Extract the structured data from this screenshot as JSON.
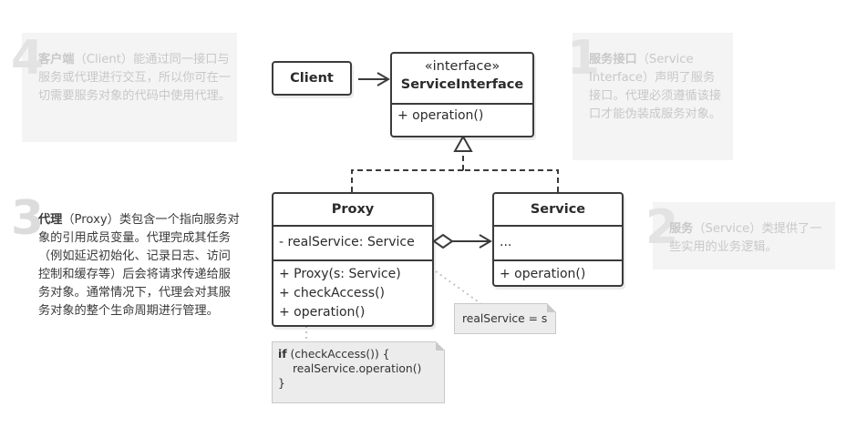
{
  "notes": [
    {
      "num": "4",
      "bold": "客户端",
      "rest": "（Client）能通过同一接口与服务或代理进行交互，所以你可在一切需要服务对象的代码中使用代理。",
      "active": false
    },
    {
      "num": "1",
      "bold": "服务接口",
      "rest": "（Service Interface）声明了服务接口。代理必须遵循该接口才能伪装成服务对象。",
      "active": false
    },
    {
      "num": "3",
      "bold": "代理",
      "rest": "（Proxy）类包含一个指向服务对象的引用成员变量。代理完成其任务（例如延迟初始化、记录日志、访问控制和缓存等）后会将请求传递给服务对象。通常情况下，代理会对其服务对象的整个生命周期进行管理。",
      "active": true
    },
    {
      "num": "2",
      "bold": "服务",
      "rest": "（Service）类提供了一些实用的业务逻辑。",
      "active": false
    }
  ],
  "client": {
    "name": "Client"
  },
  "interface": {
    "stereotype": "«interface»",
    "name": "ServiceInterface",
    "method": "+ operation()"
  },
  "proxy": {
    "name": "Proxy",
    "field": "- realService: Service",
    "methods": [
      "+ Proxy(s: Service)",
      "+ checkAccess()",
      "+ operation()"
    ]
  },
  "service": {
    "name": "Service",
    "field": "...",
    "method": "+ operation()"
  },
  "code_notes": {
    "assign": "realService = s",
    "op_kw": "if",
    "op_line1": " (checkAccess()) {",
    "op_line2": "realService.operation()",
    "op_line3": "}"
  },
  "colors": {
    "stroke": "#3b3b3b",
    "note_bg": "#f4f4f4",
    "code_bg": "#ececec",
    "faded_text": "#c8c8c8"
  }
}
